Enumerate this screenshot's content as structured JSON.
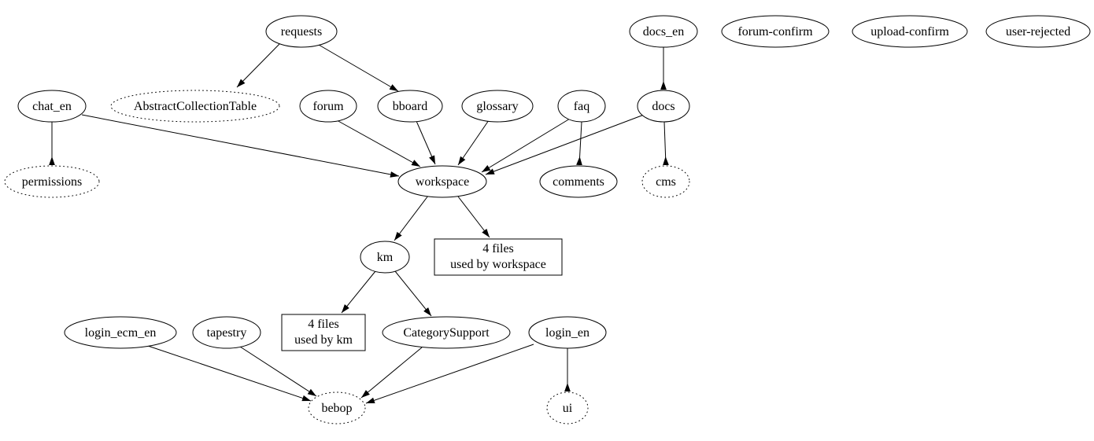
{
  "diagram": {
    "type": "dependency-graph",
    "background": "#ffffff",
    "stroke_color": "#000000",
    "nodes": {
      "requests": {
        "label": "requests",
        "shape": "ellipse",
        "style": "solid"
      },
      "docs_en": {
        "label": "docs_en",
        "shape": "ellipse",
        "style": "solid"
      },
      "forum_confirm": {
        "label": "forum-confirm",
        "shape": "ellipse",
        "style": "solid"
      },
      "upload_confirm": {
        "label": "upload-confirm",
        "shape": "ellipse",
        "style": "solid"
      },
      "user_rejected": {
        "label": "user-rejected",
        "shape": "ellipse",
        "style": "solid"
      },
      "chat_en": {
        "label": "chat_en",
        "shape": "ellipse",
        "style": "solid"
      },
      "abstract_collection_table": {
        "label": "AbstractCollectionTable",
        "shape": "ellipse",
        "style": "dotted"
      },
      "forum": {
        "label": "forum",
        "shape": "ellipse",
        "style": "solid"
      },
      "bboard": {
        "label": "bboard",
        "shape": "ellipse",
        "style": "solid"
      },
      "glossary": {
        "label": "glossary",
        "shape": "ellipse",
        "style": "solid"
      },
      "faq": {
        "label": "faq",
        "shape": "ellipse",
        "style": "solid"
      },
      "docs": {
        "label": "docs",
        "shape": "ellipse",
        "style": "solid"
      },
      "permissions": {
        "label": "permissions",
        "shape": "ellipse",
        "style": "dotted"
      },
      "workspace": {
        "label": "workspace",
        "shape": "ellipse",
        "style": "solid"
      },
      "comments": {
        "label": "comments",
        "shape": "ellipse",
        "style": "solid"
      },
      "cms": {
        "label": "cms",
        "shape": "ellipse",
        "style": "dotted"
      },
      "km": {
        "label": "km",
        "shape": "ellipse",
        "style": "solid"
      },
      "files_workspace": {
        "line1": "4 files",
        "line2": "used by workspace",
        "shape": "box",
        "style": "solid"
      },
      "login_ecm_en": {
        "label": "login_ecm_en",
        "shape": "ellipse",
        "style": "solid"
      },
      "tapestry": {
        "label": "tapestry",
        "shape": "ellipse",
        "style": "solid"
      },
      "files_km": {
        "line1": "4 files",
        "line2": "used by km",
        "shape": "box",
        "style": "solid"
      },
      "category_support": {
        "label": "CategorySupport",
        "shape": "ellipse",
        "style": "solid"
      },
      "login_en": {
        "label": "login_en",
        "shape": "ellipse",
        "style": "solid"
      },
      "bebop": {
        "label": "bebop",
        "shape": "ellipse",
        "style": "dotted"
      },
      "ui": {
        "label": "ui",
        "shape": "ellipse",
        "style": "dotted"
      }
    },
    "edges": [
      {
        "from": "requests",
        "to": "AbstractCollectionTable",
        "arrow": "normal"
      },
      {
        "from": "requests",
        "to": "bboard",
        "arrow": "normal"
      },
      {
        "from": "docs_en",
        "to": "docs",
        "arrow": "inv"
      },
      {
        "from": "chat_en",
        "to": "workspace",
        "arrow": "normal"
      },
      {
        "from": "chat_en",
        "to": "permissions",
        "arrow": "inv"
      },
      {
        "from": "forum",
        "to": "workspace",
        "arrow": "normal"
      },
      {
        "from": "bboard",
        "to": "workspace",
        "arrow": "normal"
      },
      {
        "from": "glossary",
        "to": "workspace",
        "arrow": "normal"
      },
      {
        "from": "faq",
        "to": "workspace",
        "arrow": "normal"
      },
      {
        "from": "faq",
        "to": "comments",
        "arrow": "inv"
      },
      {
        "from": "docs",
        "to": "workspace",
        "arrow": "normal"
      },
      {
        "from": "docs",
        "to": "cms",
        "arrow": "inv"
      },
      {
        "from": "workspace",
        "to": "km",
        "arrow": "normal"
      },
      {
        "from": "workspace",
        "to": "4 files used by workspace",
        "arrow": "normal"
      },
      {
        "from": "km",
        "to": "4 files used by km",
        "arrow": "normal"
      },
      {
        "from": "km",
        "to": "CategorySupport",
        "arrow": "normal"
      },
      {
        "from": "login_ecm_en",
        "to": "bebop",
        "arrow": "normal"
      },
      {
        "from": "tapestry",
        "to": "bebop",
        "arrow": "normal"
      },
      {
        "from": "CategorySupport",
        "to": "bebop",
        "arrow": "normal"
      },
      {
        "from": "login_en",
        "to": "bebop",
        "arrow": "normal"
      },
      {
        "from": "login_en",
        "to": "ui",
        "arrow": "inv"
      }
    ]
  }
}
